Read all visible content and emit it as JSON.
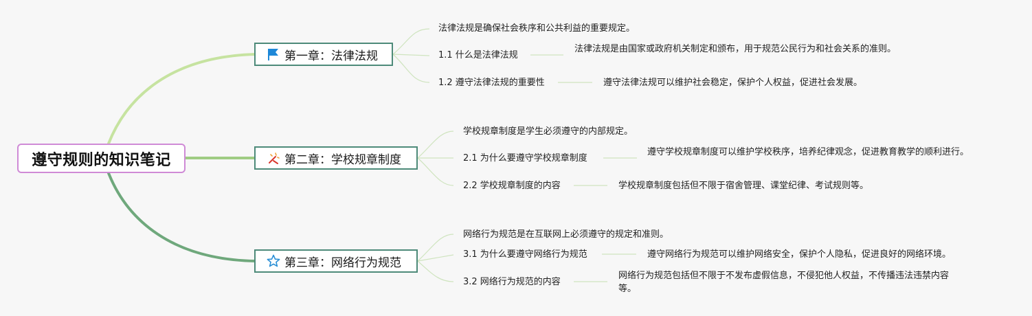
{
  "root": {
    "title": "遵守规则的知识笔记"
  },
  "chapters": [
    {
      "title": "第一章：法律法规",
      "icon": "flag-icon",
      "icon_color": "#1e88d8",
      "summary": "法律法规是确保社会秩序和公共利益的重要规定。",
      "sections": [
        {
          "label": "1.1 什么是法律法规",
          "detail": "法律法规是由国家或政府机关制定和颁布，用于规范公民行为和社会关系的准则。"
        },
        {
          "label": "1.2 遵守法律法规的重要性",
          "detail": "遵守法律法规可以维护社会稳定，保护个人权益，促进社会发展。"
        }
      ]
    },
    {
      "title": "第二章：学校规章制度",
      "icon": "fireworks-icon",
      "icon_color": "#d9362c",
      "summary": "学校规章制度是学生必须遵守的内部规定。",
      "sections": [
        {
          "label": "2.1 为什么要遵守学校规章制度",
          "detail": "遵守学校规章制度可以维护学校秩序，培养纪律观念，促进教育教学的顺利进行。"
        },
        {
          "label": "2.2 学校规章制度的内容",
          "detail": "学校规章制度包括但不限于宿舍管理、课堂纪律、考试规则等。"
        }
      ]
    },
    {
      "title": "第三章：网络行为规范",
      "icon": "star-outline-icon",
      "icon_color": "#2b8fd6",
      "summary": "网络行为规范是在互联网上必须遵守的规定和准则。",
      "sections": [
        {
          "label": "3.1 为什么要遵守网络行为规范",
          "detail": "遵守网络行为规范可以维护网络安全，保护个人隐私，促进良好的网络环境。"
        },
        {
          "label": "3.2 网络行为规范的内容",
          "detail": "网络行为规范包括但不限于不发布虚假信息，不侵犯他人权益，不传播违法违禁内容等。"
        }
      ]
    }
  ],
  "colors": {
    "root_border": "#cf8ad6",
    "chapter_border": "#4d8a79",
    "branch_1": "#c6e3a0",
    "branch_2": "#9fcc83",
    "branch_3": "#6fa87c",
    "leaf_line": "#cfe4bf"
  }
}
